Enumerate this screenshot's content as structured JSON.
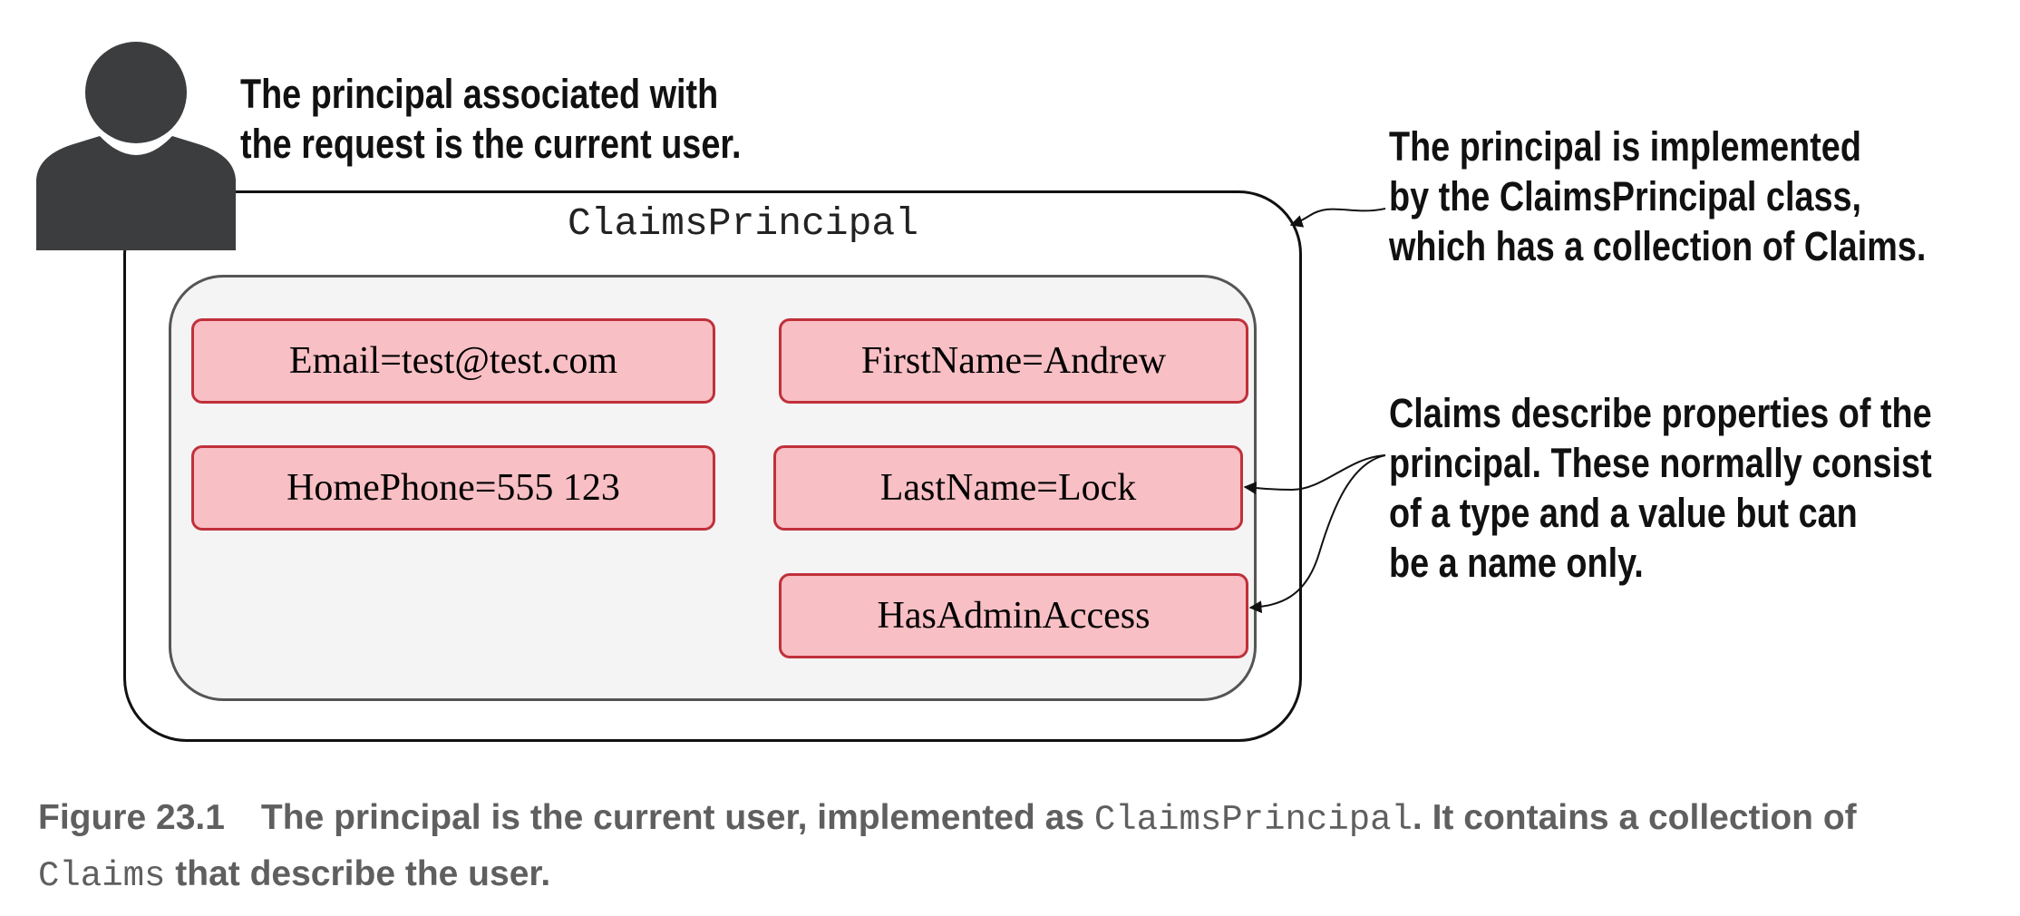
{
  "annotations": {
    "user": [
      "The principal associated with",
      "the request is the current user."
    ],
    "principal": [
      "The principal is implemented",
      "by the ClaimsPrincipal class,",
      "which has a collection of Claims."
    ],
    "claims": [
      "Claims describe properties of the",
      "principal. These normally consist",
      "of a type and a value but can",
      "be a name only."
    ]
  },
  "principal_box": {
    "title": "ClaimsPrincipal"
  },
  "claims": [
    "Email=test@test.com",
    "FirstName=Andrew",
    "HomePhone=555 123",
    "LastName=Lock",
    "HasAdminAccess"
  ],
  "caption": {
    "label": "Figure 23.1",
    "text_a": "The principal is the current user, implemented as ",
    "code_a": "ClaimsPrincipal",
    "text_b": ". It contains a collection of ",
    "code_b": "Claims",
    "text_c": " that describe the user."
  },
  "colors": {
    "user_icon": "#3c3d3f",
    "claim_fill": "#f8bfc4",
    "claim_border": "#c0303a",
    "inner_fill": "#f4f4f4",
    "caption": "#5f5f5f"
  }
}
